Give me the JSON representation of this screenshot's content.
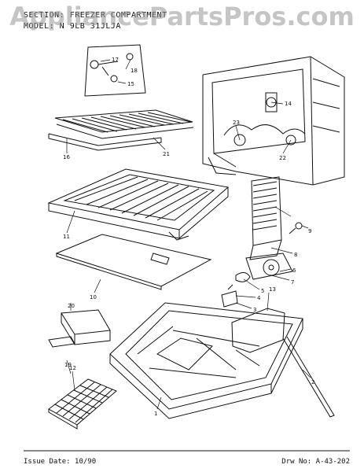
{
  "header": {
    "section_label": "SECTION:",
    "section_value": "FREEZER COMPARTMENT",
    "model_label": "MODEL:",
    "model_value": "N   9LB  31JLJA"
  },
  "watermark": "AppliancePartsPros.com",
  "footer": {
    "issue_date": "Issue Date: 10/90",
    "drawing_no": "Drw No: A-43-202"
  },
  "callouts": {
    "c1": "1",
    "c2": "2",
    "c3": "3",
    "c4": "4",
    "c5": "5",
    "c6": "6",
    "c7": "7",
    "c8": "8",
    "c9": "9",
    "c10": "10",
    "c11": "11",
    "c12": "12",
    "c13": "13",
    "c14": "14",
    "c15": "15",
    "c16": "16",
    "c17": "17",
    "c18": "18",
    "c19": "19",
    "c20": "20",
    "c21": "21",
    "c22": "22",
    "c23": "23"
  }
}
